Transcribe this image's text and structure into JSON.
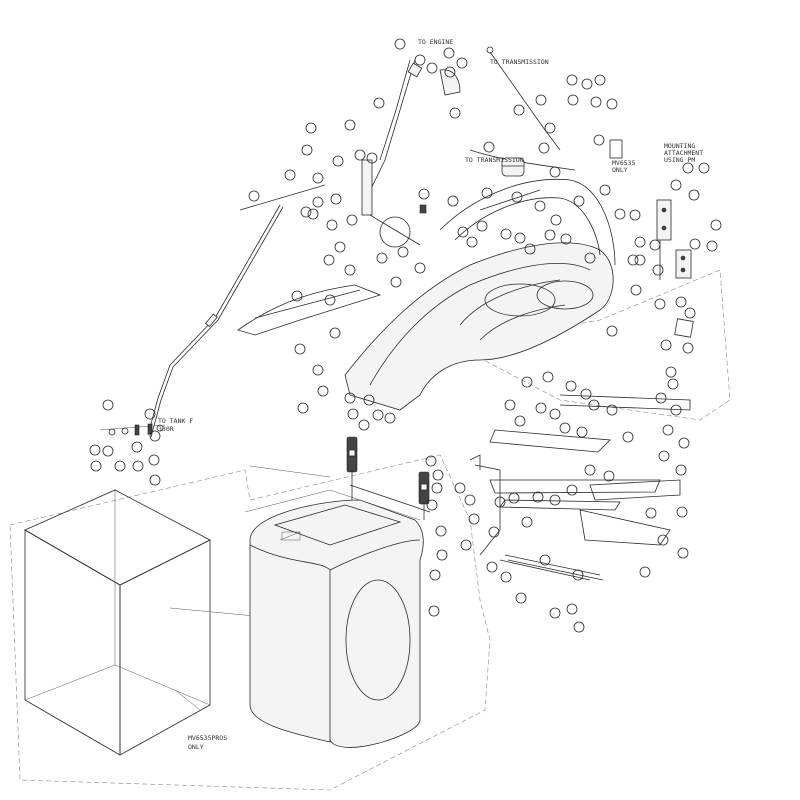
{
  "labels": {
    "to_engine": "TO ENGINE",
    "to_transmission": "TO TRANSMISSION",
    "to_transmission_2": "TO TRANSMISSION",
    "mounting_line1": "MOUNTING",
    "mounting_line2": "ATTACHMENT",
    "mounting_line3": "USING PM",
    "mv6535_line1": "MV6535",
    "mv6535_line2": "ONLY",
    "tanks_line1": "TO TANK F",
    "tanks_line2": "330R",
    "bottom_line1": "MV6535PROS",
    "bottom_line2": "ONLY"
  }
}
